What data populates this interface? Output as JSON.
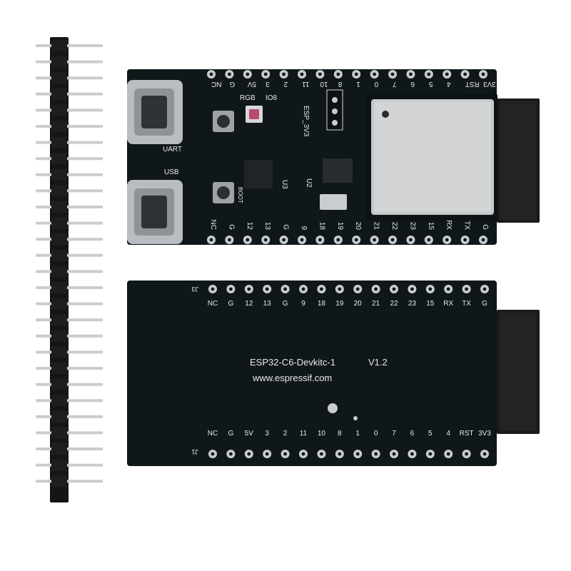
{
  "colors": {
    "pcb": "#10171b",
    "pcb_edge": "#1c262b",
    "silkscreen": "#e6e6e6",
    "pin_metal": "#c9ccd0",
    "header_plastic": "#141414",
    "module_shield": "#c6c8ca",
    "usb_metal": "#b9bcc0",
    "background": "#ffffff"
  },
  "top_board": {
    "pins_top": [
      "NC",
      "G",
      "5V",
      "3",
      "2",
      "11",
      "10",
      "8",
      "1",
      "0",
      "7",
      "6",
      "5",
      "4",
      "RST",
      "3V3"
    ],
    "pins_bottom": [
      "NC",
      "G",
      "12",
      "13",
      "G",
      "9",
      "18",
      "19",
      "20",
      "21",
      "22",
      "23",
      "15",
      "RX",
      "TX",
      "G"
    ],
    "labels": {
      "rgb": "RGB",
      "io8": "IO8",
      "uart": "UART",
      "usb": "USB",
      "esp_3v3": "ESP_3V3",
      "u3": "U3",
      "u2": "U2",
      "boot": "BOOT"
    }
  },
  "bottom_board": {
    "title": "ESP32-C6-Devkitc-1",
    "version": "V1.2",
    "url": "www.espressif.com",
    "pins_top": [
      "NC",
      "G",
      "12",
      "13",
      "G",
      "9",
      "18",
      "19",
      "20",
      "21",
      "22",
      "23",
      "15",
      "RX",
      "TX",
      "G"
    ],
    "pins_bottom": [
      "NC",
      "G",
      "5V",
      "3",
      "2",
      "11",
      "10",
      "8",
      "1",
      "0",
      "7",
      "6",
      "5",
      "4",
      "RST",
      "3V3"
    ],
    "j3": "J3",
    "j1": "J1"
  },
  "icons": [
    "pin-header-icon",
    "usb-c-port-icon",
    "esp32-module-icon",
    "button-icon",
    "rgb-led-icon"
  ]
}
